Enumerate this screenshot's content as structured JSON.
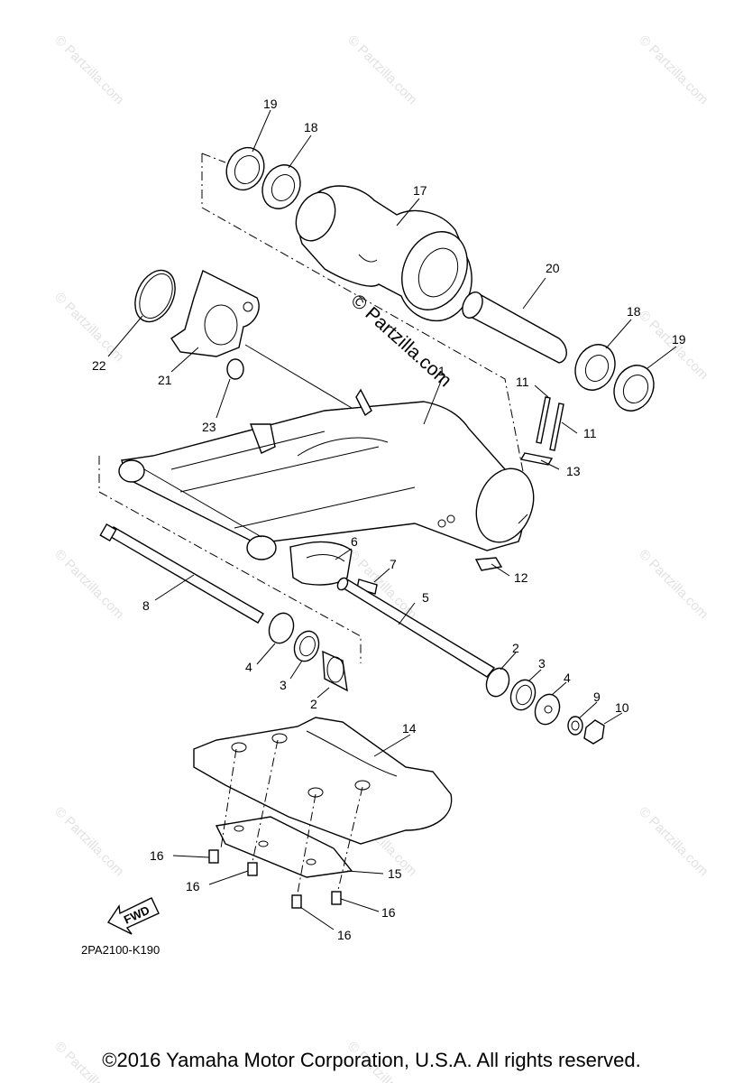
{
  "watermark": "© Partzilla.com",
  "center_watermark": "© Partzilla.com",
  "diagram_code": "2PA2100-K190",
  "fwd_label": "FWD",
  "copyright": "©2016 Yamaha Motor Corporation, U.S.A. All rights reserved.",
  "callouts": {
    "c1": "1",
    "c2a": "2",
    "c2b": "2",
    "c3a": "3",
    "c3b": "3",
    "c4a": "4",
    "c4b": "4",
    "c5": "5",
    "c6": "6",
    "c7": "7",
    "c8": "8",
    "c9": "9",
    "c10": "10",
    "c11a": "11",
    "c11b": "11",
    "c12": "12",
    "c13": "13",
    "c14": "14",
    "c15": "15",
    "c16a": "16",
    "c16b": "16",
    "c16c": "16",
    "c16d": "16",
    "c17": "17",
    "c18a": "18",
    "c18b": "18",
    "c19a": "19",
    "c19b": "19",
    "c20": "20",
    "c21": "21",
    "c22": "22",
    "c23": "23"
  }
}
